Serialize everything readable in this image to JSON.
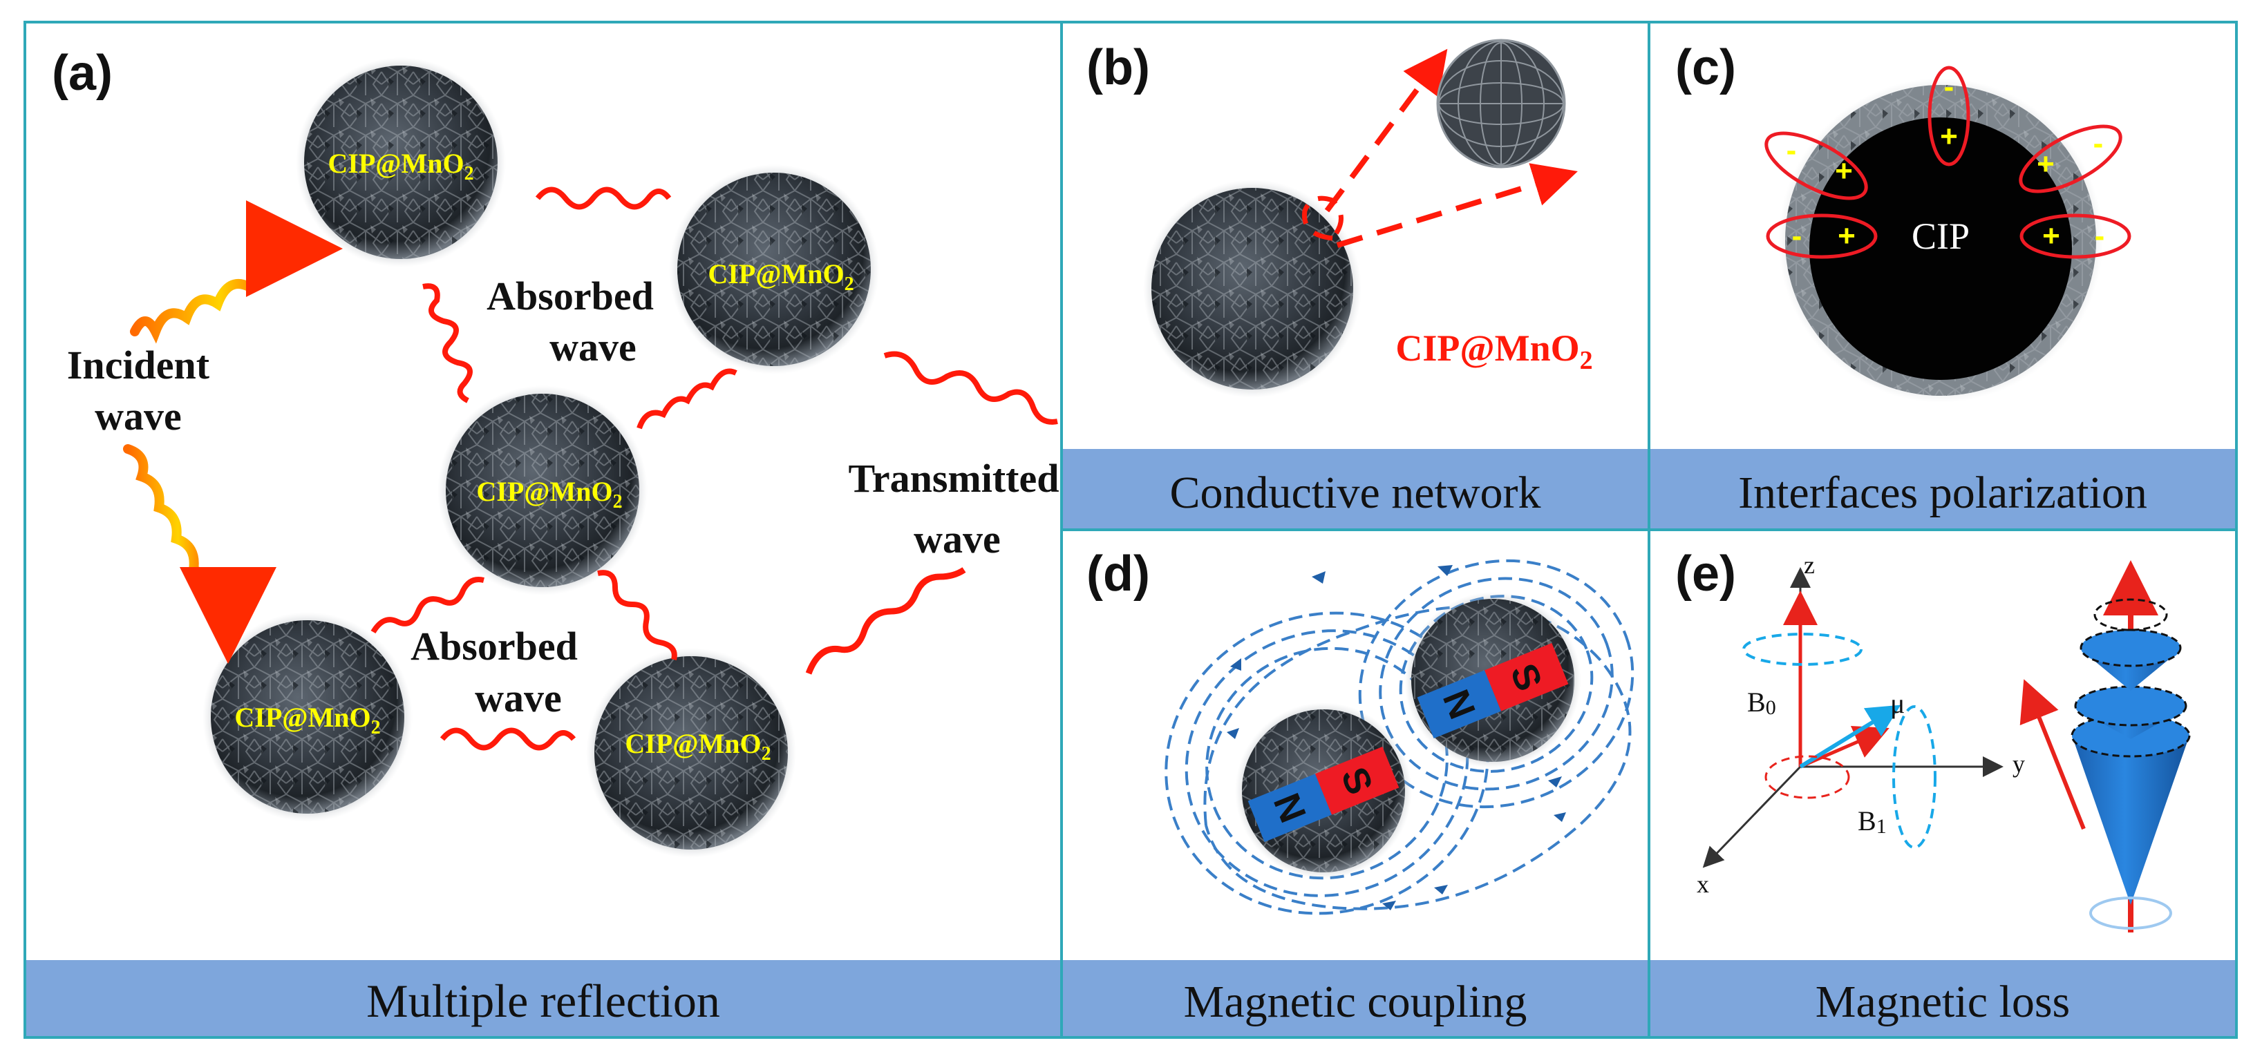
{
  "panels": {
    "a": {
      "label": "(a)",
      "caption": "Multiple reflection",
      "particle_label_main": "CIP@MnO",
      "particle_label_sub": "2",
      "incident_line1": "Incident",
      "incident_line2": "wave",
      "absorbed_top_line1": "Absorbed",
      "absorbed_top_line2": "wave",
      "absorbed_bottom_line1": "Absorbed",
      "absorbed_bottom_line2": "wave",
      "transmitted_line1": "Transmitted",
      "transmitted_line2": "wave"
    },
    "b": {
      "label": "(b)",
      "caption": "Conductive network",
      "particle_label_main": "CIP@MnO",
      "particle_label_sub": "2"
    },
    "c": {
      "label": "(c)",
      "caption": "Interfaces polarization",
      "core_label": "CIP",
      "plus": "+",
      "minus": "-"
    },
    "d": {
      "label": "(d)",
      "caption": "Magnetic coupling",
      "north": "N",
      "south": "S"
    },
    "e": {
      "label": "(e)",
      "caption": "Magnetic loss",
      "axis_z": "z",
      "axis_y": "y",
      "axis_x": "x",
      "b0_main": "B",
      "b0_sub": "0",
      "b1_main": "B",
      "b1_sub": "1",
      "mu": "μ"
    }
  },
  "colors": {
    "frame": "#2fa8b8",
    "caption_bar": "#7ea6dc",
    "wave_red": "#ff1a0a",
    "particle_label": "#ffff00",
    "magnet_blue": "#1f6fc9",
    "magnet_red": "#ee1b24",
    "field_line": "#3a7fc8",
    "axis_red": "#e8231c",
    "cone_blue": "#1d6dc8",
    "mu_arrow": "#18a8e8"
  }
}
